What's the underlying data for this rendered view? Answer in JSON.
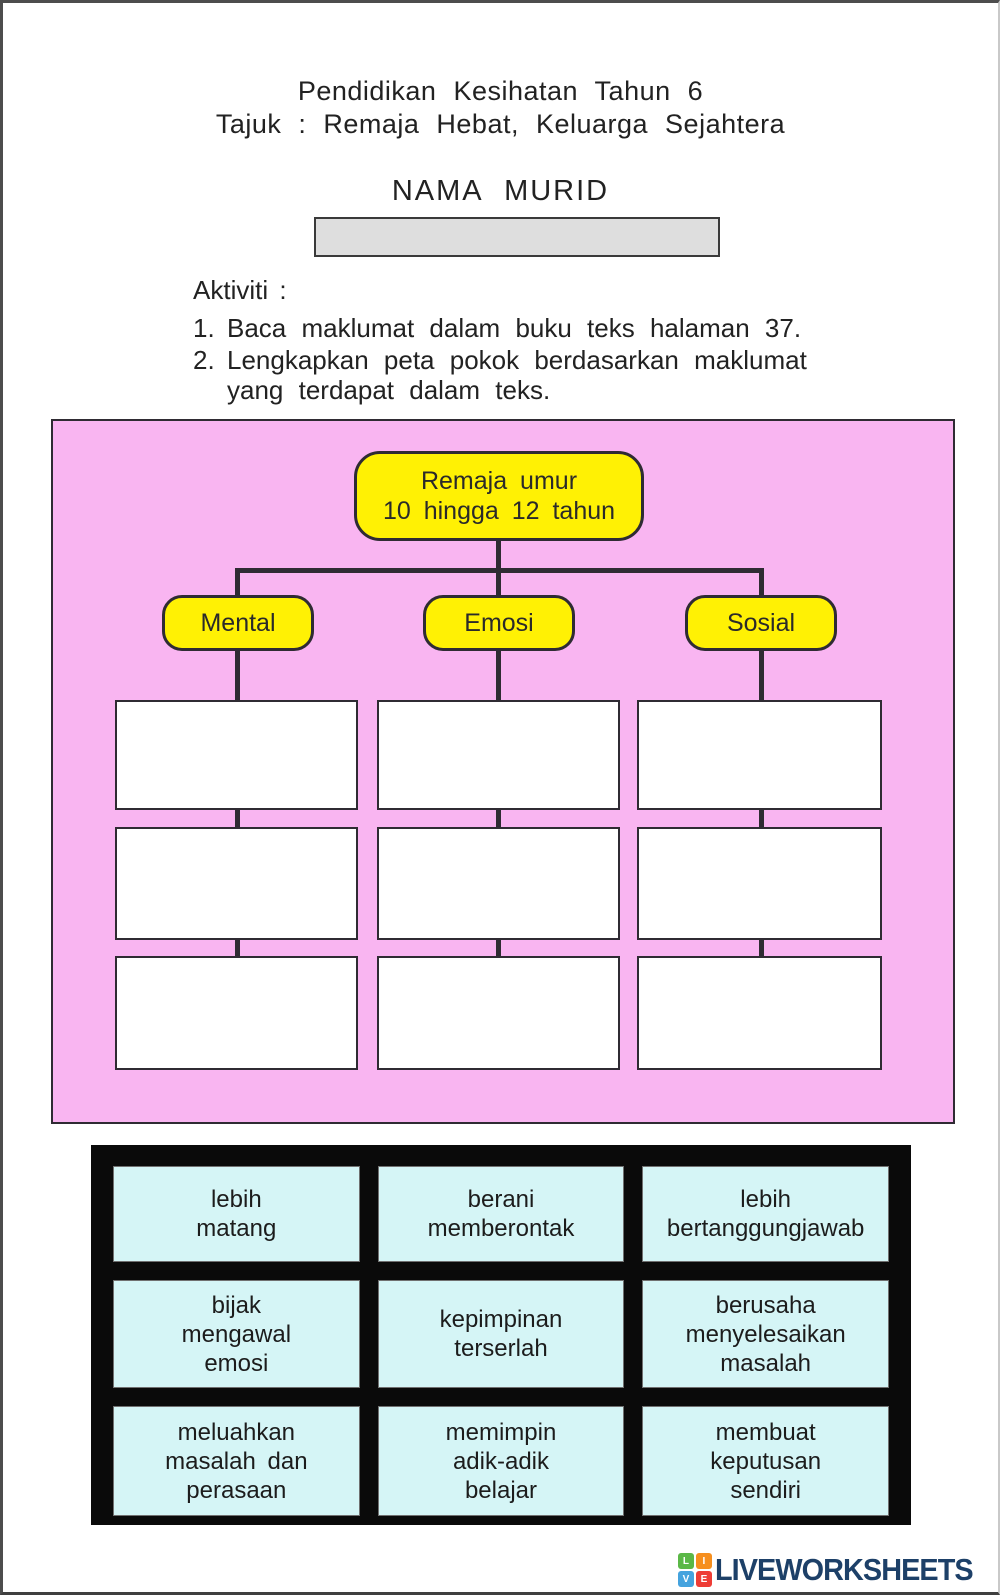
{
  "header": {
    "title_line1": "Pendidikan Kesihatan Tahun 6",
    "title_line2": "Tajuk : Remaja Hebat, Keluarga Sejahtera"
  },
  "name_section": {
    "label": "NAMA MURID",
    "input_value": ""
  },
  "activity": {
    "heading": "Aktiviti :",
    "items": [
      {
        "number": "1.",
        "text": "Baca maklumat dalam buku teks halaman 37."
      },
      {
        "number": "2.",
        "text": "Lengkapkan peta pokok berdasarkan maklumat yang terdapat dalam teks."
      }
    ]
  },
  "tree_map": {
    "root": "Remaja umur\n10 hingga 12 tahun",
    "branches": [
      "Mental",
      "Emosi",
      "Sosial"
    ],
    "empty_slots_per_branch": 3
  },
  "answers": [
    "lebih\nmatang",
    "berani\nmemberontak",
    "lebih\nbertanggungjawab",
    "bijak\nmengawal\nemosi",
    "kepimpinan\nterserlah",
    "berusaha\nmenyelesaikan\nmasalah",
    "meluahkan\nmasalah dan\nperasaan",
    "memimpin\nadik-adik\nbelajar",
    "membuat\nkeputusan\nsendiri"
  ],
  "footer": {
    "brand": "LIVEWORKSHEETS",
    "tiles": [
      "L",
      "I",
      "V",
      "E"
    ]
  },
  "colors": {
    "panel_pink": "#f9b5f1",
    "node_yellow": "#fff104",
    "chip_cyan": "#d5f5f6",
    "answers_background": "#0a0a0a",
    "line": "#2f2b33",
    "brand_navy": "#1d4068",
    "tile_green": "#5bb847",
    "tile_orange": "#f68f1e",
    "tile_blue": "#45a3de",
    "tile_red": "#ee3d36"
  }
}
